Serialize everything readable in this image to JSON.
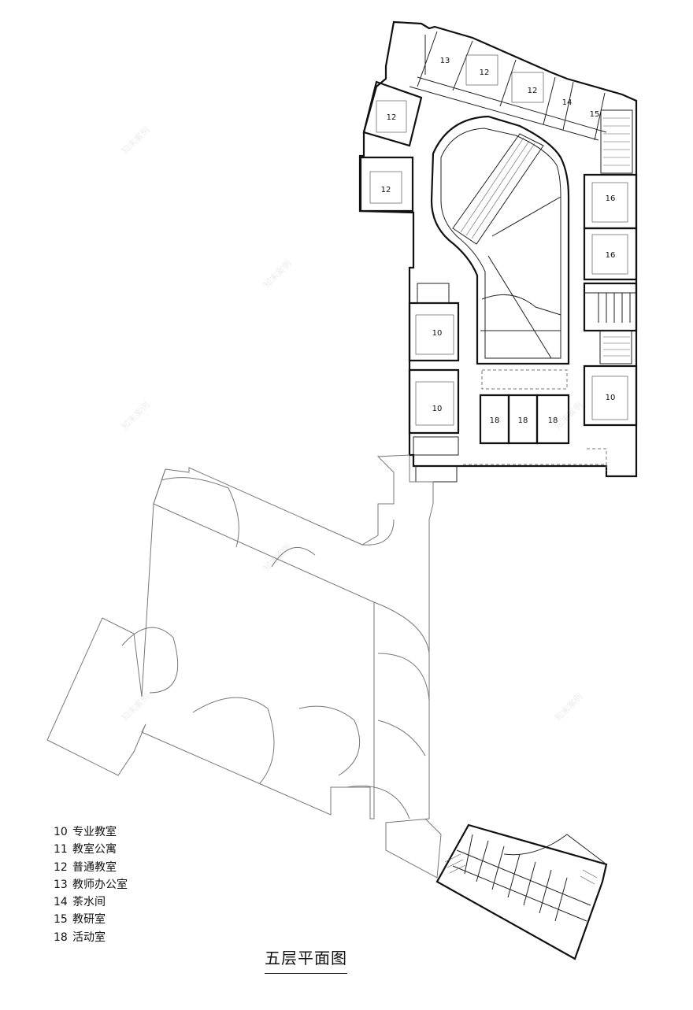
{
  "title": "五层平面图",
  "legend": [
    {
      "num": "10",
      "label": "专业教室"
    },
    {
      "num": "11",
      "label": "教室公寓"
    },
    {
      "num": "12",
      "label": "普通教室"
    },
    {
      "num": "13",
      "label": "教师办公室"
    },
    {
      "num": "14",
      "label": "茶水间"
    },
    {
      "num": "15",
      "label": "教研室"
    },
    {
      "num": "18",
      "label": "活动室"
    }
  ],
  "room_labels": [
    "13",
    "12",
    "12",
    "14",
    "15",
    "12",
    "12",
    "16",
    "16",
    "10",
    "10",
    "10",
    "18",
    "18",
    "18"
  ],
  "watermark": "知末案例"
}
